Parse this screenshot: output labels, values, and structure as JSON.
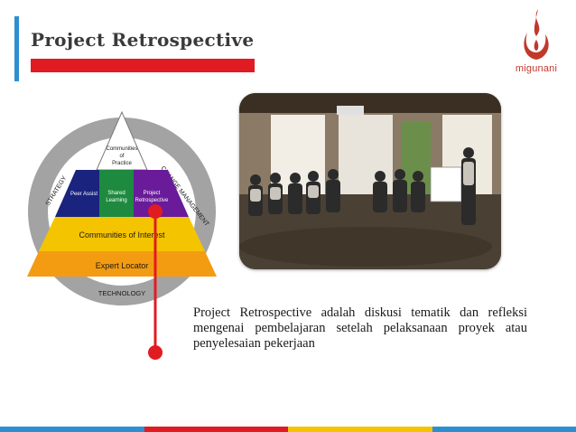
{
  "slide": {
    "title": "Project Retrospective",
    "description": "Project Retrospective adalah diskusi tematik dan refleksi mengenai pembelajaran setelah pelaksanaan proyek atau penyelesaian pekerjaan"
  },
  "logo": {
    "text": "migunani"
  },
  "diagram": {
    "top_label": [
      "Communities",
      "of",
      "Practice"
    ],
    "cells": [
      "Peer Assist",
      "Shared",
      "Learning",
      "Project",
      "Retrospective"
    ],
    "communities_of_interest": "Communities of Interest",
    "expert_locator": "Expert Locator",
    "ring_strategy": "STRATEGY",
    "ring_change": "CHANGE MANAGEMENT",
    "ring_technology": "TECHNOLOGY"
  },
  "colors": {
    "accent_blue": "#2e8fd0",
    "accent_red": "#e11b22",
    "stripe": [
      "#2e8fd0",
      "#e11b22",
      "#f5c400",
      "#2e8fd0"
    ]
  }
}
